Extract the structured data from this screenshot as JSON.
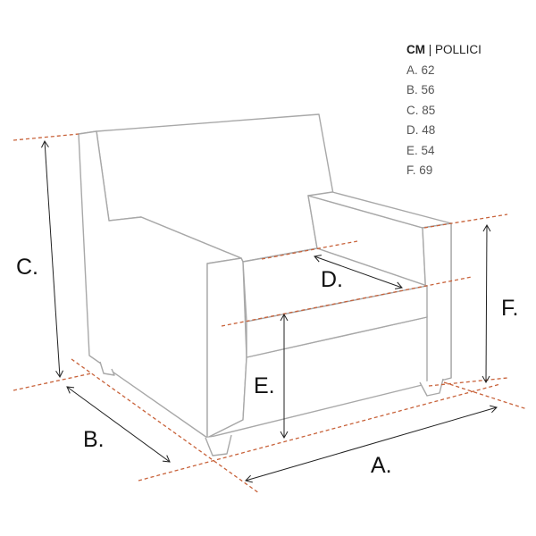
{
  "legend": {
    "unit_primary": "CM",
    "separator": "|",
    "unit_secondary": "POLLICI",
    "items": [
      "A. 62",
      "B. 56",
      "C. 85",
      "D. 48",
      "E. 54",
      "F. 69"
    ]
  },
  "labels": {
    "A": "A.",
    "B": "B.",
    "C": "C.",
    "D": "D.",
    "E": "E.",
    "F": "F."
  },
  "colors": {
    "outline": "#a8a8a8",
    "guide": "#c8623a",
    "arrow": "#222222"
  }
}
